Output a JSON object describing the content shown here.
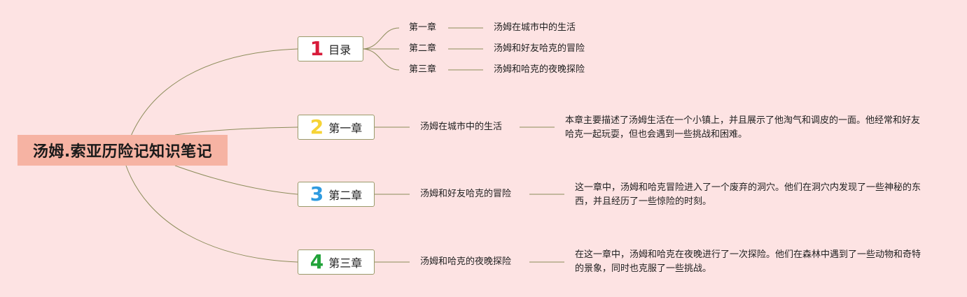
{
  "root": {
    "title": "汤姆.索亚历险记知识笔记"
  },
  "colors": {
    "background": "#fde3e3",
    "root_fill": "#f6b3a3",
    "line": "#8c8c5a",
    "num1": "#d81b3a",
    "num2": "#f6d336",
    "num3": "#2f9be0",
    "num4": "#22a33a"
  },
  "branches": [
    {
      "num": "1",
      "label": "目录",
      "toc": [
        {
          "chapter": "第一章",
          "title": "汤姆在城市中的生活"
        },
        {
          "chapter": "第二章",
          "title": "汤姆和好友哈克的冒险"
        },
        {
          "chapter": "第三章",
          "title": "汤姆和哈克的夜晚探险"
        }
      ]
    },
    {
      "num": "2",
      "label": "第一章",
      "topic": "汤姆在城市中的生活",
      "desc": "本章主要描述了汤姆生活在一个小镇上，并且展示了他淘气和调皮的一面。他经常和好友哈克一起玩耍，但也会遇到一些挑战和困难。"
    },
    {
      "num": "3",
      "label": "第二章",
      "topic": "汤姆和好友哈克的冒险",
      "desc": "这一章中，汤姆和哈克冒险进入了一个废弃的洞穴。他们在洞穴内发现了一些神秘的东西，并且经历了一些惊险的时刻。"
    },
    {
      "num": "4",
      "label": "第三章",
      "topic": "汤姆和哈克的夜晚探险",
      "desc": "在这一章中，汤姆和哈克在夜晚进行了一次探险。他们在森林中遇到了一些动物和奇特的景象，同时也克服了一些挑战。"
    }
  ]
}
